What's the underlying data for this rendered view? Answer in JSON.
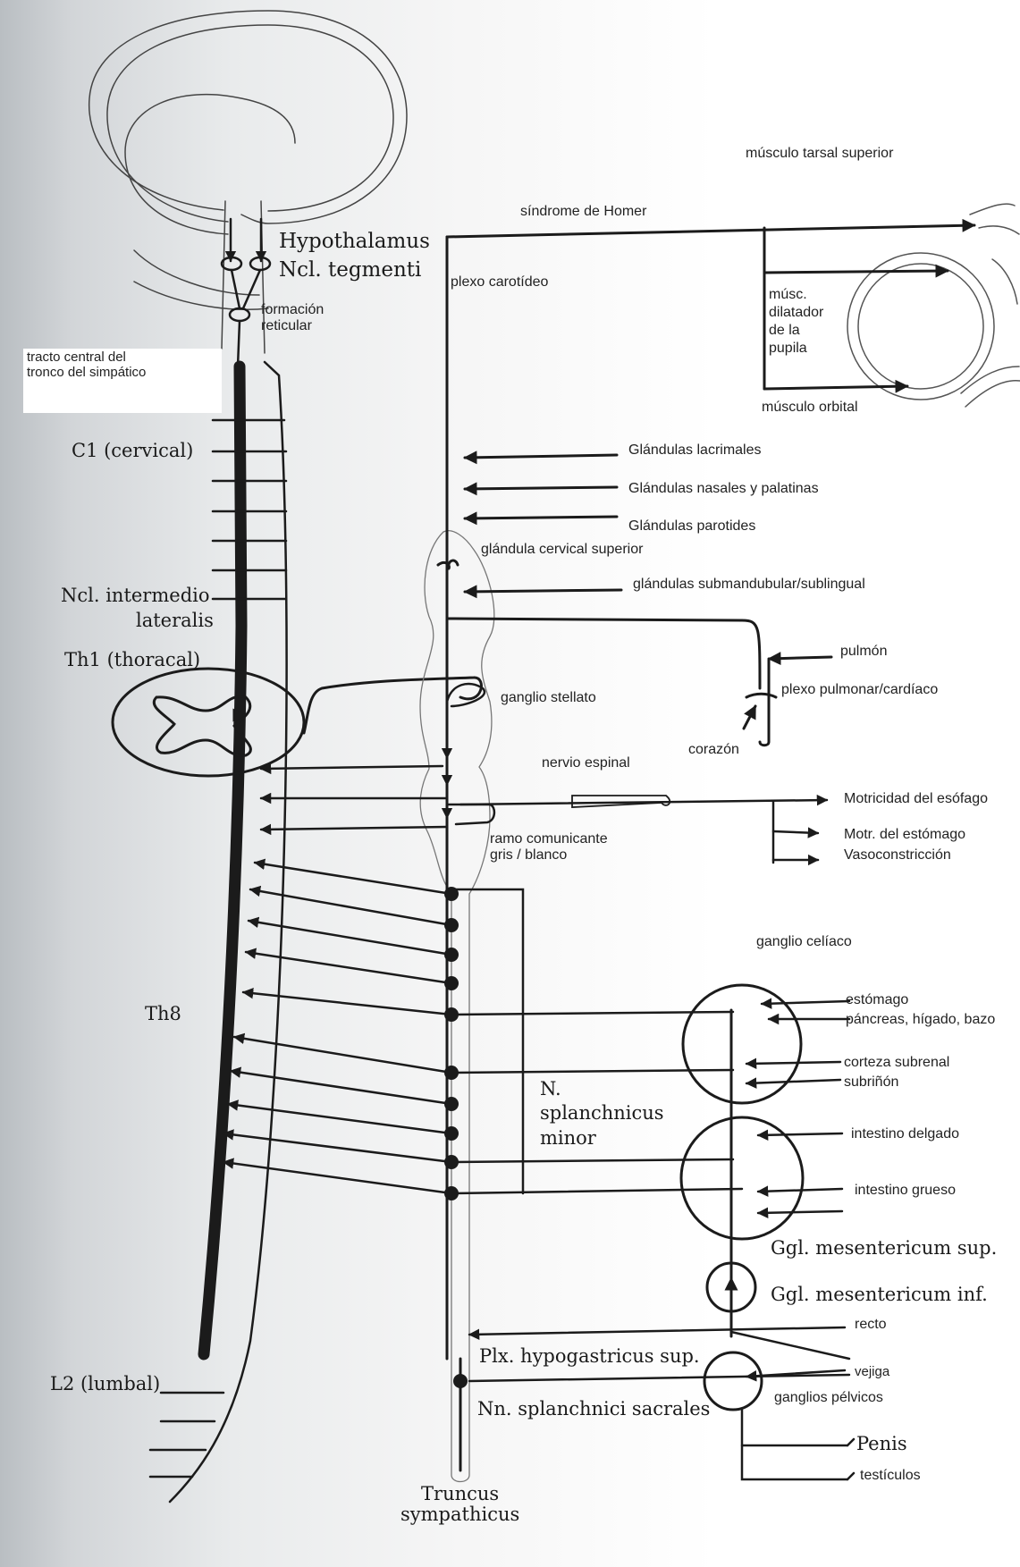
{
  "labels": {
    "hypothalamus": "Hypothalamus",
    "ncl_tegmenti": "Ncl. tegmenti",
    "formacion_reticular": "formación\nreticular",
    "tracto_central": "tracto central del\ntronco del simpático",
    "c1": "C1 (cervical)",
    "ncl_intermedio": "Ncl. intermedio",
    "lateralis": "lateralis",
    "th1": "Th1 (thoracal)",
    "th8": "Th8",
    "l2": "L2 (lumbal)",
    "truncus": "Truncus\nsympathicus",
    "sindrome_horner": "síndrome de Homer",
    "musculo_tarsal": "músculo tarsal superior",
    "plexo_carotideo": "plexo carotídeo",
    "musc_dilatador": "músc.\ndilatador\nde la\npupila",
    "musculo_orbital": "músculo orbital",
    "glandulas_lacrimales": "Glándulas lacrimales",
    "glandulas_nasales": "Glándulas nasales y palatinas",
    "glandulas_parotides": "Glándulas parotides",
    "glandula_cervical": "glándula cervical superior",
    "glandulas_submandibular": "glándulas submandubular/sublingual",
    "pulmon": "pulmón",
    "plexo_pulmonar": "plexo pulmonar/cardíaco",
    "ganglio_stellato": "ganglio stellato",
    "corazon": "corazón",
    "nervio_espinal": "nervio espinal",
    "motricidad_esofago": "Motricidad del esófago",
    "ramo_comunicante": "ramo comunicante\ngris / blanco",
    "motr_estomago": "Motr. del estómago",
    "vasoconstriccion": "Vasoconstricción",
    "ganglio_celiaco": "ganglio celíaco",
    "estomago": "estómago",
    "pancreas": "páncreas, hígado, bazo",
    "corteza_subrenal": "corteza subrenal",
    "subrinon": "subriñón",
    "n_splanchnicus": "N.\nsplanchnicus\nminor",
    "intestino_delgado": "intestino delgado",
    "intestino_grueso": "intestino grueso",
    "ggl_mes_sup": "Ggl. mesentericum sup.",
    "ggl_mes_inf": "Ggl. mesentericum inf.",
    "recto": "recto",
    "plx_hypogastricus": "Plx. hypogastricus sup.",
    "vejiga": "vejiga",
    "ganglios_pelvicos": "ganglios pélvicos",
    "nn_splanchnici": "Nn. splanchnici sacrales",
    "penis": "Penis",
    "testiculos": "testículos"
  }
}
